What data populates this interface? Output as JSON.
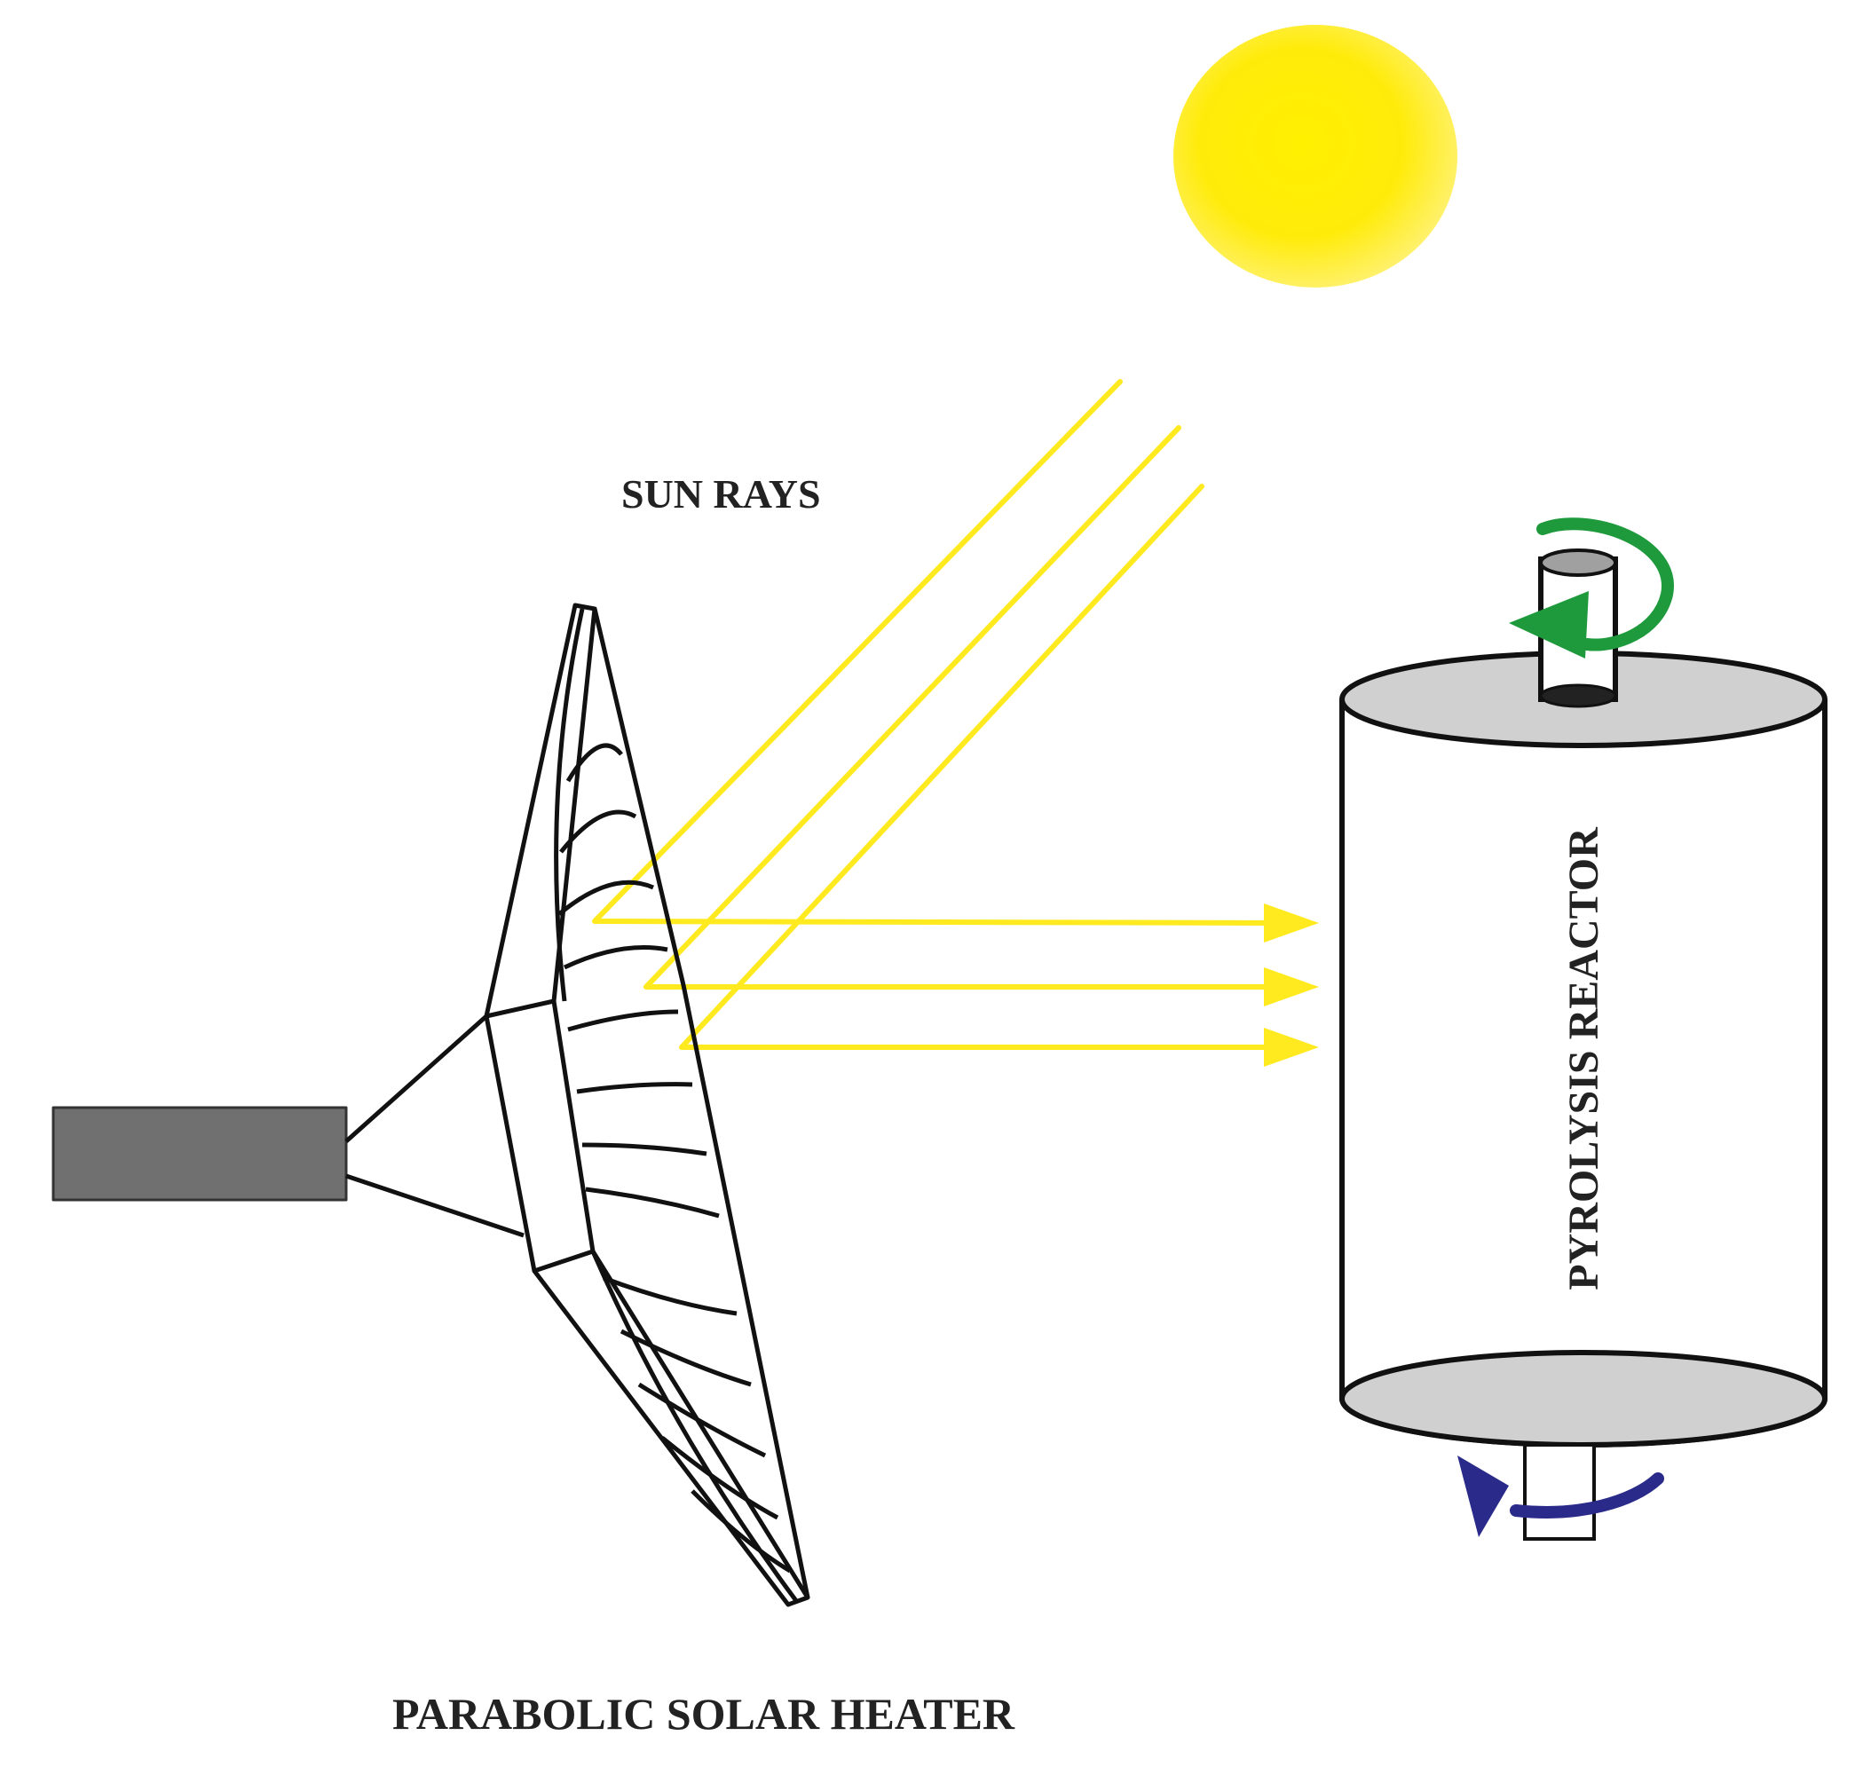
{
  "labels": {
    "sun_rays": "SUN RAYS",
    "reactor": "PYROLYSIS REACTOR",
    "heater": "PARABOLIC SOLAR HEATER"
  },
  "colors": {
    "sun": "#FFEB0A",
    "ray": "#FFEA1F",
    "outline": "#111111",
    "base_block": "#707070",
    "cylinder_cap": "#D0D0D0",
    "rotation_top": "#1E9A3C",
    "rotation_bottom": "#2A2A8A"
  },
  "icons": {
    "sun": "sun-icon",
    "rotation_top": "rotate-arrow-icon",
    "rotation_bottom": "rotate-arrow-icon"
  }
}
